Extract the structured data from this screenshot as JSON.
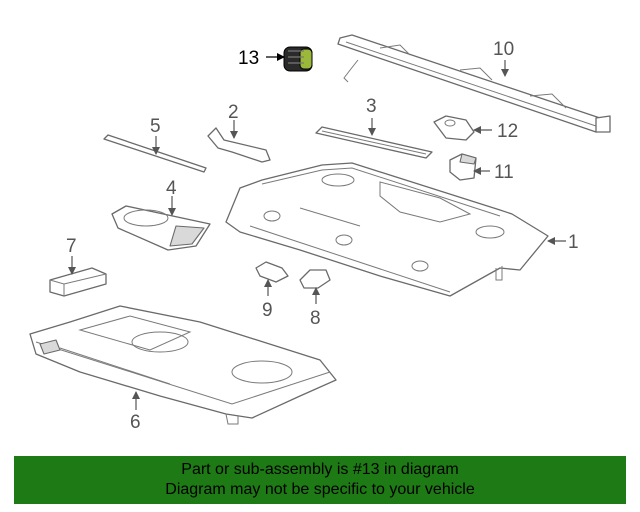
{
  "diagram": {
    "callouts": {
      "p1": "1",
      "p2": "2",
      "p3": "3",
      "p4": "4",
      "p5": "5",
      "p6": "6",
      "p7": "7",
      "p8": "8",
      "p9": "9",
      "p10": "10",
      "p11": "11",
      "p12": "12",
      "p13": "13"
    },
    "highlighted_part": "13"
  },
  "banner": {
    "line1": "Part or sub-assembly is #13 in diagram",
    "line2": "Diagram may not be specific to your vehicle",
    "background_color": "#1e7a14"
  }
}
